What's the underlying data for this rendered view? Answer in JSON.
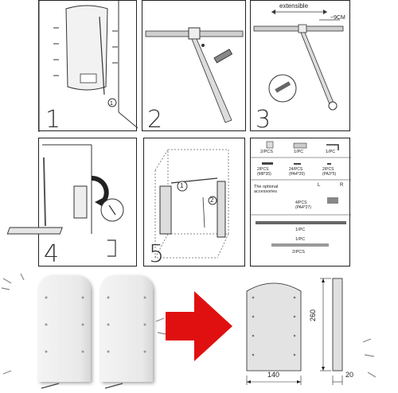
{
  "steps": [
    "1",
    "2",
    "3",
    "4",
    "5"
  ],
  "step3": {
    "extensible_label": "extensible",
    "length_label": "~9CM"
  },
  "step5": {
    "callout_1": "1",
    "callout_2": "2"
  },
  "parts": {
    "row1": [
      "2/PCS",
      "1/PC",
      "1/PC"
    ],
    "row2": [
      "2/PCS\n(M8*35)",
      "24/PCS\n(PA4*20)",
      "2/PCS\n(PA3*5)"
    ],
    "optional_title": "The optional\naccessories",
    "hook_label_l": "L",
    "hook_label_r": "R",
    "hooks_qty": "4/PCS\n(PA4*27)",
    "rod_qty": "1/PC",
    "bar_qty": "1/PC",
    "slide_qty": "2/PCS"
  },
  "dimensions": {
    "height": "260",
    "width": "140",
    "depth": "20"
  }
}
